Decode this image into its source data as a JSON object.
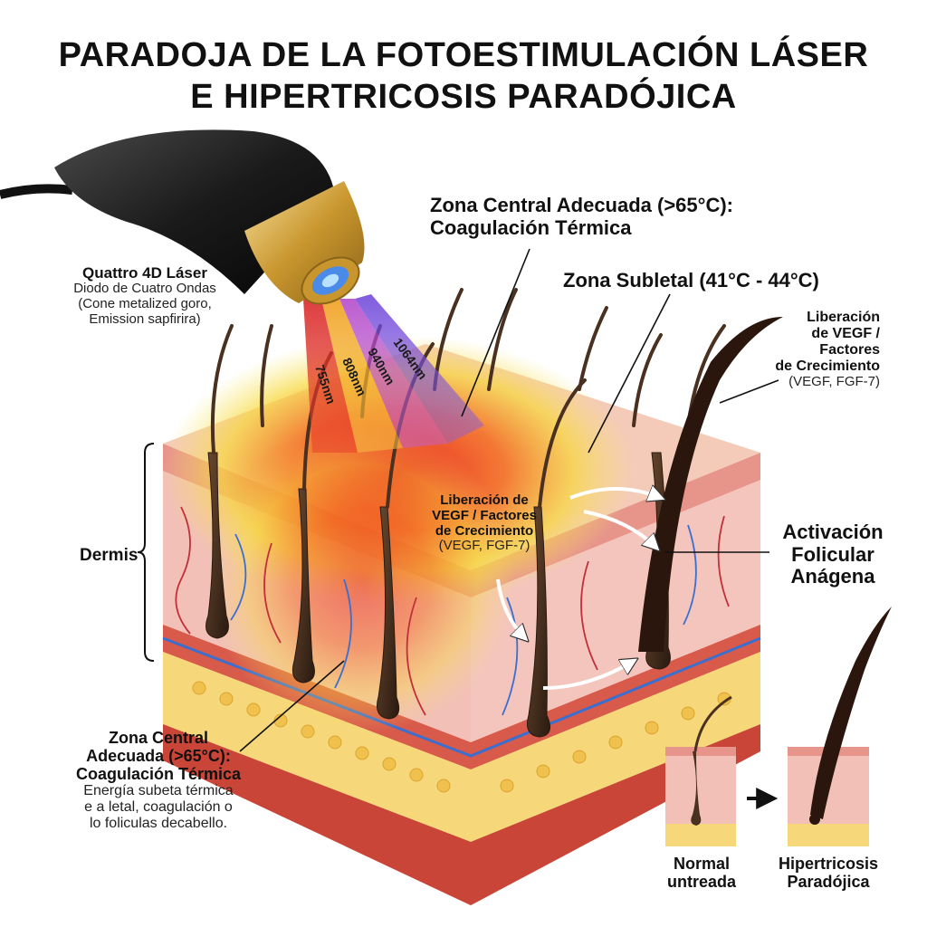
{
  "title": {
    "line1": "PARADOJA DE LA FOTOESTIMULACIÓN LÁSER",
    "line2": "E HIPERTRICOSIS PARADÓJICA"
  },
  "device": {
    "name": "Quattro 4D Láser",
    "desc1": "Diodo de Cuatro Ondas",
    "desc2": "(Cone metalized goro,",
    "desc3": "Emission sapfirira)"
  },
  "wavelengths": [
    "755nm",
    "808nm",
    "940nm",
    "1064nm"
  ],
  "zone_central_top": {
    "line1": "Zona Central Adecuada (>65°C):",
    "line2": "Coagulación Térmica"
  },
  "zone_subletal": "Zona Subletal (41°C - 44°C)",
  "vegf_right": {
    "line1": "Liberación",
    "line2": "de VEGF /",
    "line3": "Factores",
    "line4": "de Crecimiento",
    "line5": "(VEGF, FGF-7)"
  },
  "vegf_center": {
    "line1": "Liberación de",
    "line2": "VEGF / Factores",
    "line3": "de Crecimiento",
    "line4": "(VEGF, FGF-7)"
  },
  "dermis": "Dermis",
  "activation": {
    "line1": "Activación",
    "line2": "Folicular",
    "line3": "Anágena"
  },
  "zone_central_bottom": {
    "line1": "Zona Central",
    "line2": "Adecuada (>65°C):",
    "line3": "Coagulación Térmica",
    "desc1": "Energía subeta térmica",
    "desc2": "e a letal, coagulación o",
    "desc3": "lo foliculas decabello."
  },
  "compare": {
    "normal1": "Normal",
    "normal2": "untreada",
    "hyper1": "Hipertricosis",
    "hyper2": "Paradójica"
  }
}
